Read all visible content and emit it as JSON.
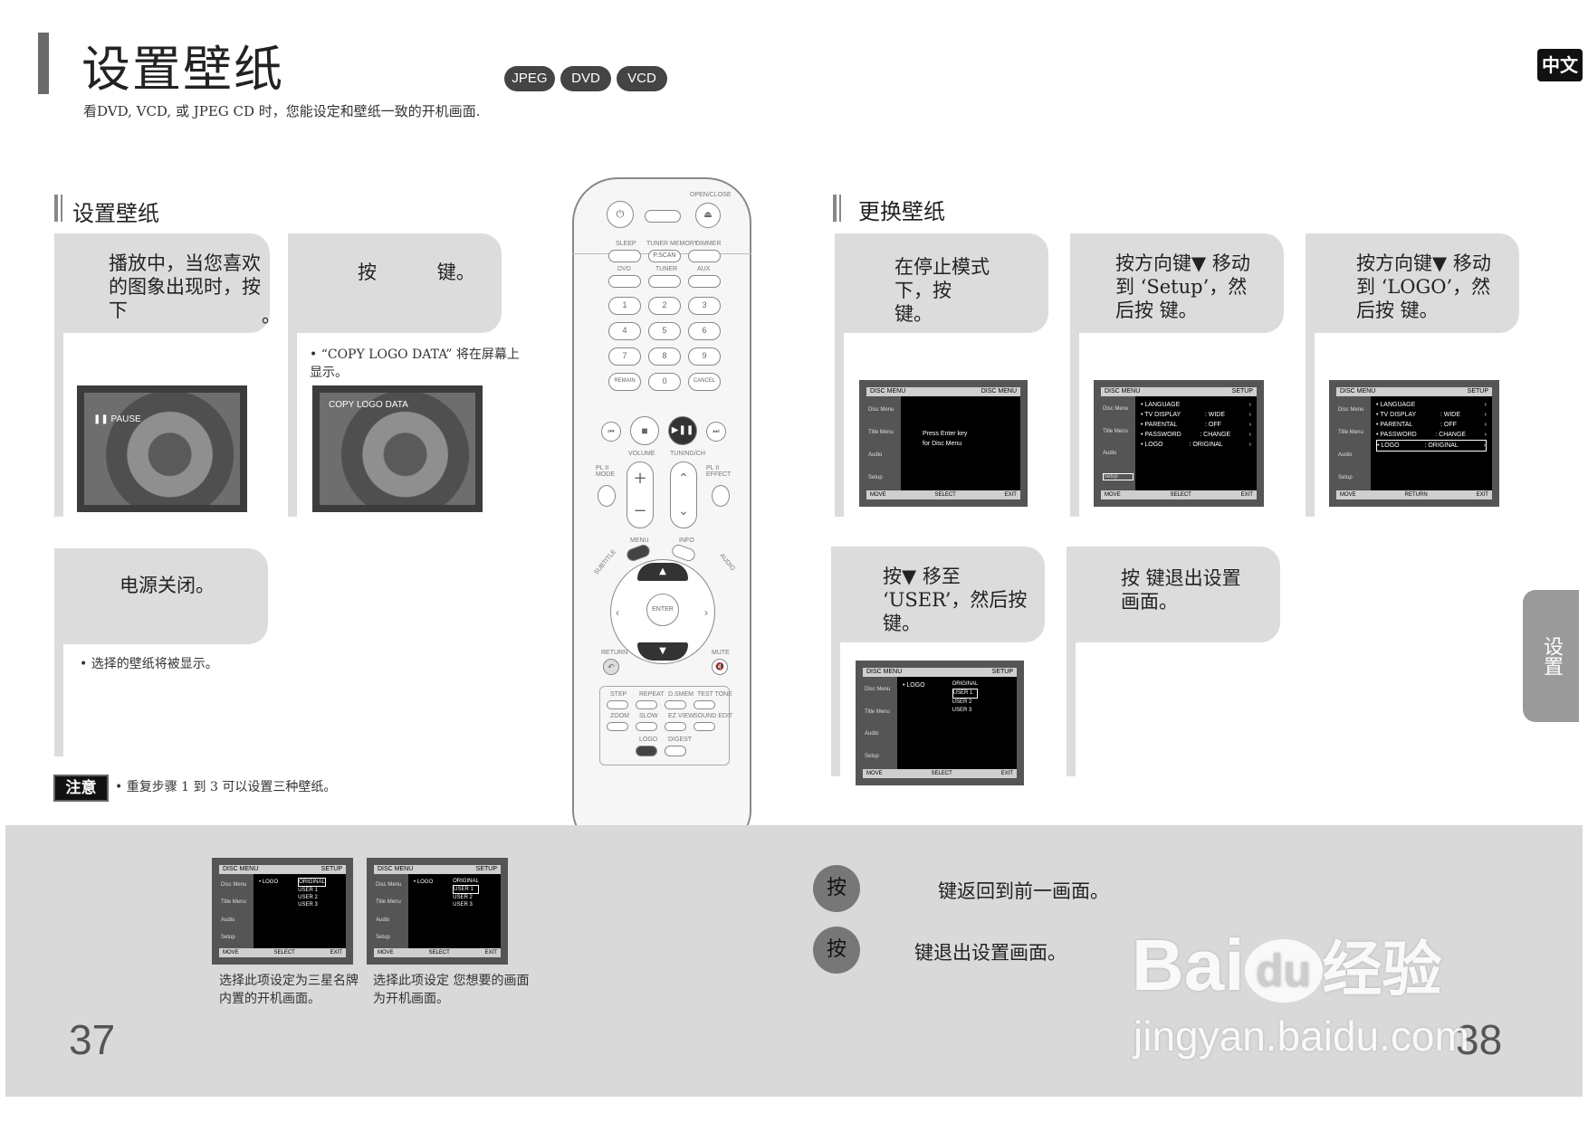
{
  "header": {
    "title": "设置壁纸",
    "subtitle": "看DVD, VCD, 或 JPEG CD 时，您能设定和壁纸一致的开机画面.",
    "badges": [
      "JPEG",
      "DVD",
      "VCD"
    ],
    "lang_tab": "中文"
  },
  "left_section": {
    "title": "设置壁纸",
    "step1_text": "播放中，当您喜欢的图象出现时，按下",
    "step1_suffix": "。",
    "step1_overlay": "❚❚ PAUSE",
    "step2_text": "按          键。",
    "step2_note": "• “COPY LOGO DATA” 将在屏幕上显示。",
    "step2_overlay": "COPY LOGO DATA",
    "step3_text": "电源关闭。",
    "step3_note": "• 选择的壁纸将被显示。",
    "caution_label": "注意",
    "caution_text": "• 重复步骤 1 到 3 可以设置三种壁纸。"
  },
  "right_section": {
    "title": "更换壁纸",
    "step1_text": "在停止模式下，按          键。",
    "step2_text": "按方向键▼ 移动到 ‘Setup’，然后按          键。",
    "step3_text": "按方向键▼ 移动到 ‘LOGO’，然后按          键。",
    "step4_text": "按▼ 移至 ‘USER’，然后按          键。",
    "step5_text": "按          键退出设置画面。"
  },
  "screens": {
    "disc_menu": {
      "head_left": "DISC MENU",
      "head_right": "DISC MENU",
      "line1": "Press Enter key",
      "line2": "for Disc Menu",
      "foot_left": "MOVE",
      "foot_mid": "SELECT",
      "foot_right": "EXIT"
    },
    "setup": {
      "head_left": "DISC MENU",
      "head_right": "SETUP",
      "rows": [
        [
          "• LANGUAGE",
          "",
          "›"
        ],
        [
          "• TV DISPLAY",
          ": WIDE",
          "›"
        ],
        [
          "• PARENTAL",
          ": OFF",
          "›"
        ],
        [
          "• PASSWORD",
          ": CHANGE",
          "›"
        ],
        [
          "• LOGO",
          ": ORIGINAL",
          "›"
        ]
      ],
      "foot_left": "MOVE",
      "foot_mid": "SELECT",
      "foot_right": "EXIT",
      "foot_return": "RETURN"
    },
    "logo": {
      "head_left": "DISC MENU",
      "head_right": "SETUP",
      "label": "• LOGO",
      "options": [
        "ORIGINAL",
        "USER 1",
        "USER 2",
        "USER 3"
      ]
    },
    "side_items": [
      "Disc Menu",
      "Title Menu",
      "Audio",
      "Setup"
    ]
  },
  "remote": {
    "open_close": "OPEN/CLOSE",
    "row_labels": [
      "SLEEP",
      "TUNER MEMORY",
      "DIMMER"
    ],
    "row2_labels": [
      "DVD",
      "TUNER",
      "AUX"
    ],
    "mid_btn": "P.SCAN",
    "digits": [
      "1",
      "2",
      "3",
      "4",
      "5",
      "6",
      "7",
      "8",
      "9",
      "REMAIN",
      "0",
      "CANCEL"
    ],
    "volume": "VOLUME",
    "tuning": "TUNING/CH",
    "pl2_mode": "PL II MODE",
    "pl2_effect": "PL II EFFECT",
    "menu": "MENU",
    "info": "INFO",
    "subtitle": "SUBTITLE",
    "audio": "AUDIO",
    "enter": "ENTER",
    "return": "RETURN",
    "mute": "MUTE",
    "bottom_labels": [
      "STEP",
      "REPEAT",
      "D.SMEM",
      "TEST TONE",
      "ZOOM",
      "SLOW",
      "EZ VIEW",
      "SOUND EDIT",
      "LOGO",
      "DIGEST"
    ]
  },
  "bottom": {
    "caption1": "选择此项设定为三星名牌内置的开机画面。",
    "caption2": "选择此项设定 您想要的画面为开机画面。",
    "btn1": "按",
    "line1": "键返回到前一画面。",
    "btn2": "按",
    "line2": "键退出设置画面。",
    "page_left": "37",
    "page_right": "38",
    "side_tab": "设置",
    "wm1": "Bai",
    "wm2": "du",
    "wm3": "经验",
    "wm4": "jingyan.baidu.com"
  }
}
